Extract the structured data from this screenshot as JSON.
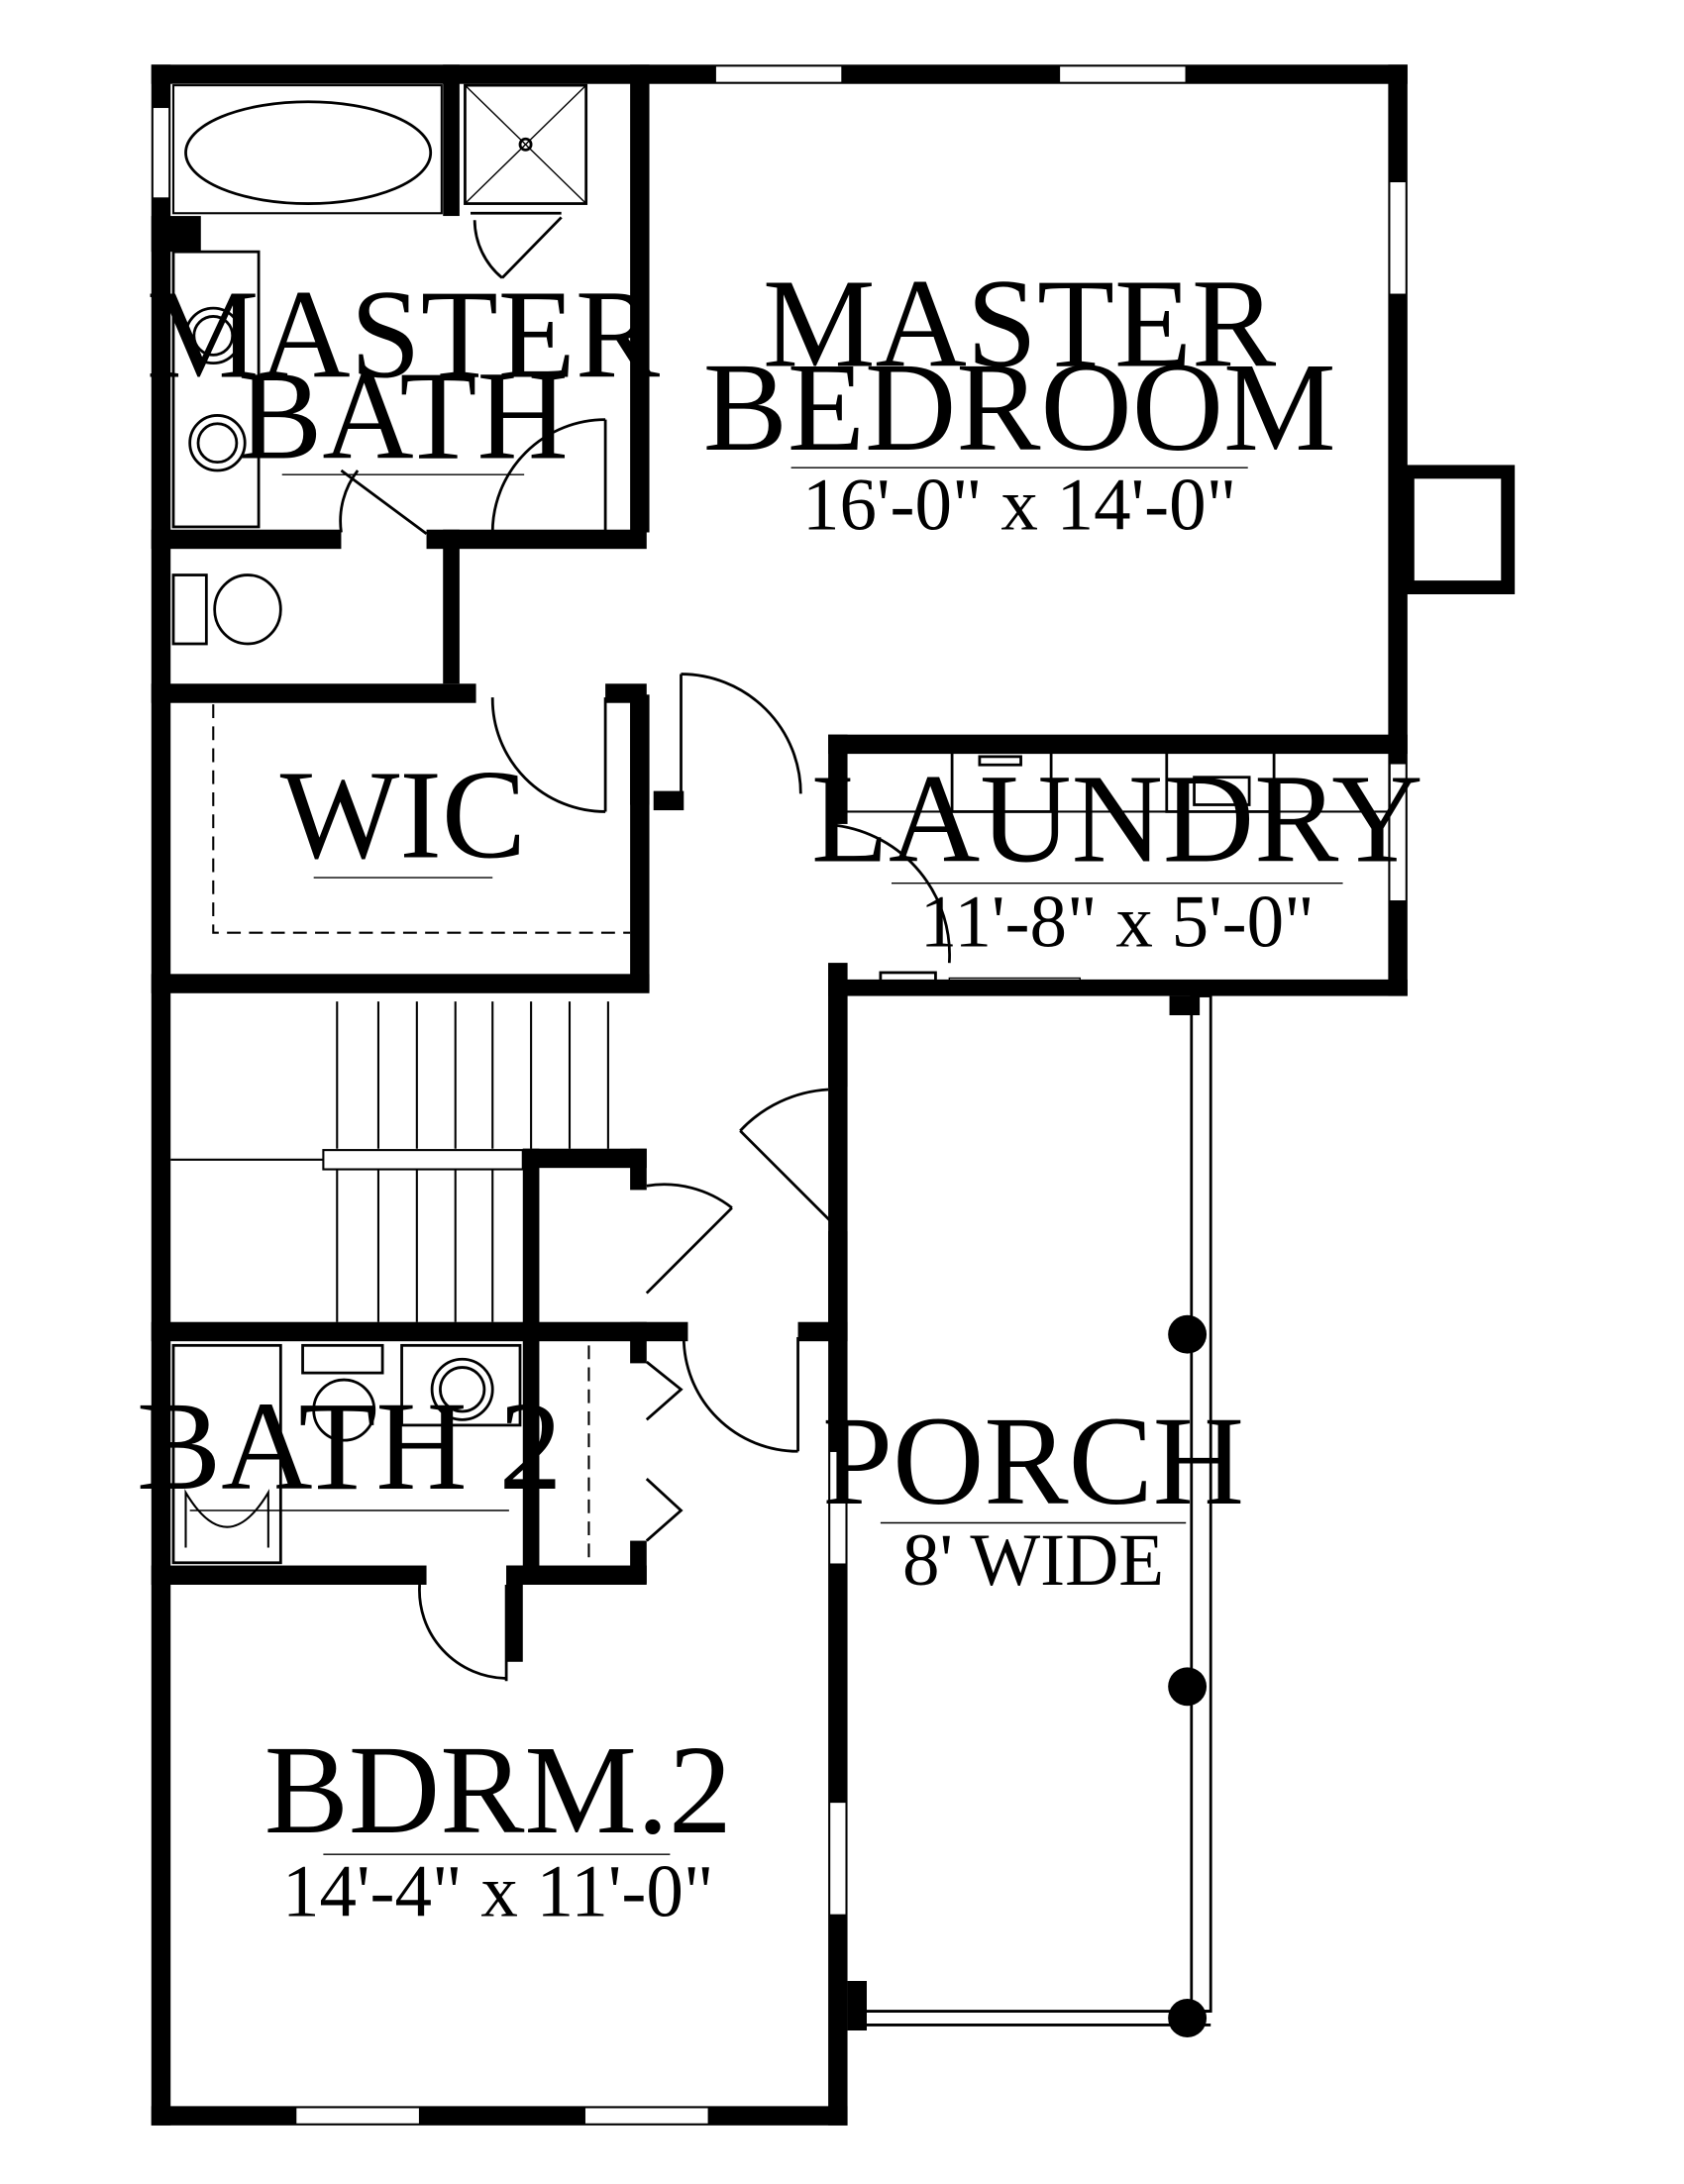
{
  "rooms": {
    "master_bath": {
      "line1": "MASTER",
      "line2": "BATH"
    },
    "master_bedroom": {
      "line1": "MASTER",
      "line2": "BEDROOM",
      "dims": "16'-0\" x 14'-0\""
    },
    "wic": {
      "name": "WIC"
    },
    "laundry": {
      "name": "LAUNDRY",
      "dims": "11'-8\" x 5'-0\""
    },
    "porch": {
      "name": "PORCH",
      "dims": "8' WIDE"
    },
    "bath2": {
      "name": "BATH 2"
    },
    "bedroom2": {
      "name": "BDRM.2",
      "dims": "14'-4\" x 11'-0\""
    }
  }
}
